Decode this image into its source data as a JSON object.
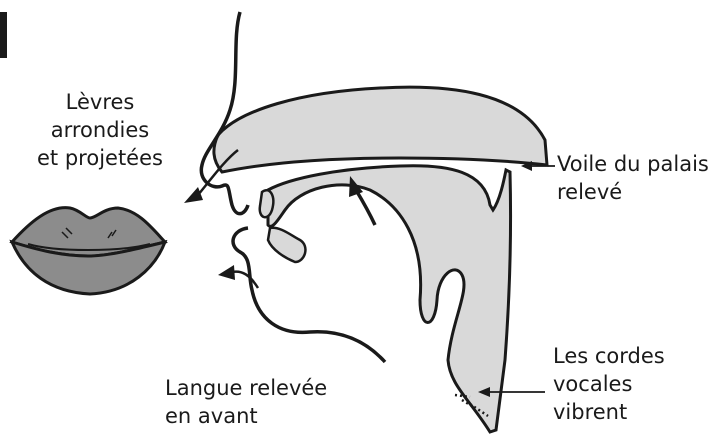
{
  "labels": {
    "levres": [
      "Lèvres",
      "arrondies",
      "et projetées"
    ],
    "voile": [
      "Voile du palais",
      "relevé"
    ],
    "cordes": [
      "Les cordes",
      "vocales",
      "vibrent"
    ],
    "langue": [
      "Langue relevée",
      "en avant"
    ]
  },
  "colors": {
    "tissue_fill": "#d9d9d9",
    "lip_fill": "#8c8c8c",
    "stroke": "#1a1a1a"
  }
}
